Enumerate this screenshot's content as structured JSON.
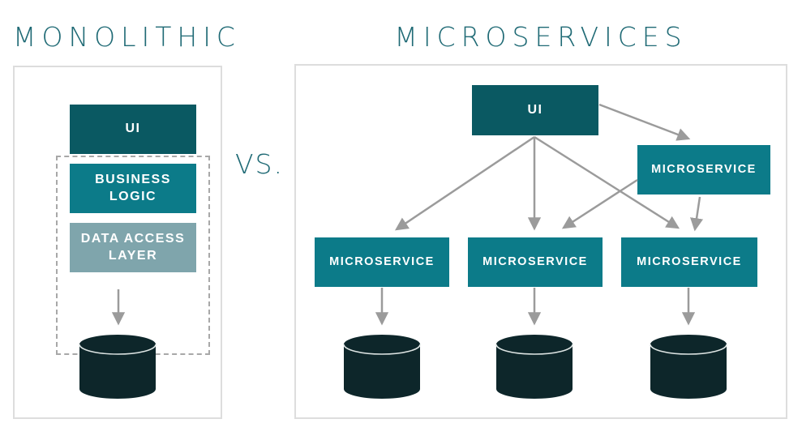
{
  "diagram": {
    "left": {
      "title": "MONOLITHIC",
      "layers": [
        {
          "id": "ui",
          "label": "UI"
        },
        {
          "id": "business-logic",
          "label": "BUSINESS LOGIC"
        },
        {
          "id": "data-access-layer",
          "label": "DATA ACCESS LAYER"
        }
      ],
      "database_count": 1,
      "connections": [
        {
          "from": "data-access-layer",
          "to": "database-1"
        }
      ]
    },
    "versus": "VS.",
    "right": {
      "title": "MICROSERVICES",
      "nodes": [
        {
          "id": "ui",
          "label": "UI"
        },
        {
          "id": "microservice-top",
          "label": "MICROSERVICE"
        },
        {
          "id": "microservice-left",
          "label": "MICROSERVICE"
        },
        {
          "id": "microservice-middle",
          "label": "MICROSERVICE"
        },
        {
          "id": "microservice-right",
          "label": "MICROSERVICE"
        }
      ],
      "database_count": 3,
      "connections": [
        {
          "from": "ui",
          "to": "microservice-top"
        },
        {
          "from": "ui",
          "to": "microservice-left"
        },
        {
          "from": "ui",
          "to": "microservice-middle"
        },
        {
          "from": "ui",
          "to": "microservice-right"
        },
        {
          "from": "microservice-top",
          "to": "microservice-middle"
        },
        {
          "from": "microservice-top",
          "to": "microservice-right"
        },
        {
          "from": "microservice-left",
          "to": "database-1"
        },
        {
          "from": "microservice-middle",
          "to": "database-2"
        },
        {
          "from": "microservice-right",
          "to": "database-3"
        }
      ]
    },
    "colors": {
      "title_text": "#1f6a75",
      "node_dark_teal": "#0a5962",
      "node_teal": "#0c7b89",
      "node_muted_teal": "#7fa5ac",
      "database_fill": "#0d262a",
      "arrow_gray": "#9b9b9b",
      "panel_border": "#dddddd",
      "dashed_border": "#a8a8a8",
      "label_text": "#ffffff"
    }
  }
}
